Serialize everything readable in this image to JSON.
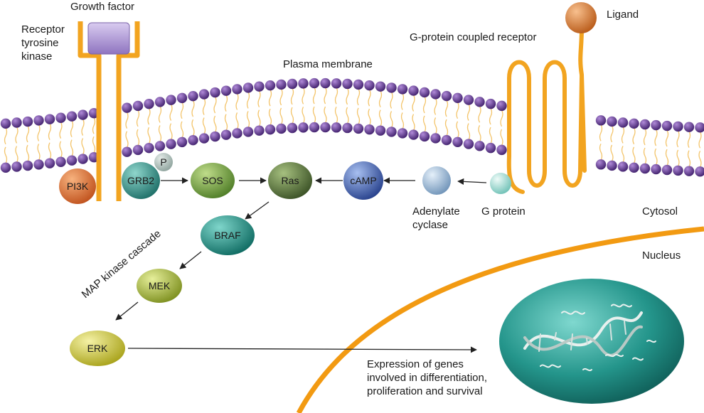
{
  "labels": {
    "growth_factor": "Growth factor",
    "receptor_tyrosine_kinase": [
      "Receptor",
      "tyrosine",
      "kinase"
    ],
    "ligand": "Ligand",
    "gpcr": "G-protein coupled receptor",
    "plasma_membrane": "Plasma membrane",
    "cytosol": "Cytosol",
    "nucleus": "Nucleus",
    "map_kinase_cascade": "MAP kinase cascade",
    "adenylate_cyclase": [
      "Adenylate",
      "cyclase"
    ],
    "g_protein": "G protein",
    "gene_expression": [
      "Expression of genes",
      "involved in differentiation,",
      "proliferation and survival"
    ]
  },
  "nodes": {
    "pi3k": "PI3K",
    "grb2": "GRB2",
    "p": "P",
    "sos": "SOS",
    "ras": "Ras",
    "camp": "cAMP",
    "braf": "BRAF",
    "mek": "MEK",
    "erk": "ERK"
  },
  "colors": {
    "membrane_head": "#5b2f8f",
    "lipid_tail": "#f3c46a",
    "receptor": "#f2a420",
    "nucleus_membrane": "#f29a12",
    "pi3k": "#d9692b",
    "grb2": "#2f8f86",
    "sos": "#6c9a3a",
    "ras": "#4f6a35",
    "camp": "#3a58a8",
    "adenylate_cyclase": "#8fb0d0",
    "g_protein": "#8fd0c8",
    "braf": "#1f8c82",
    "mek": "#9cae2f",
    "erk": "#c8c233",
    "ligand": "#d9782e",
    "growth_factor": "#a890cf",
    "nucleus_fill": "#2a9e95"
  }
}
